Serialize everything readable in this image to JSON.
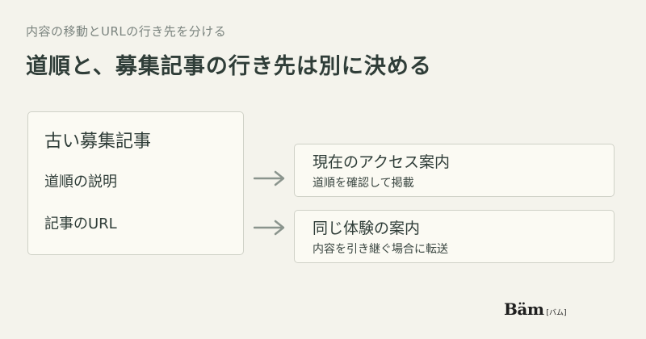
{
  "header": {
    "subtitle": "内容の移動とURLの行き先を分ける",
    "title": "道順と、募集記事の行き先は別に決める"
  },
  "source": {
    "title": "古い募集記事",
    "items": [
      "道順の説明",
      "記事のURL"
    ]
  },
  "destinations": [
    {
      "title": "現在のアクセス案内",
      "sub": "道順を確認して掲載"
    },
    {
      "title": "同じ体験の案内",
      "sub": "内容を引き継ぐ場合に転送"
    }
  ],
  "logo": {
    "main": "Bäm",
    "tag": "[バム]"
  },
  "colors": {
    "background": "#f4f3ec",
    "card": "#fbfaf3",
    "border": "#cfd1c7",
    "arrow": "#8a948d",
    "text": "#2f3d38"
  }
}
